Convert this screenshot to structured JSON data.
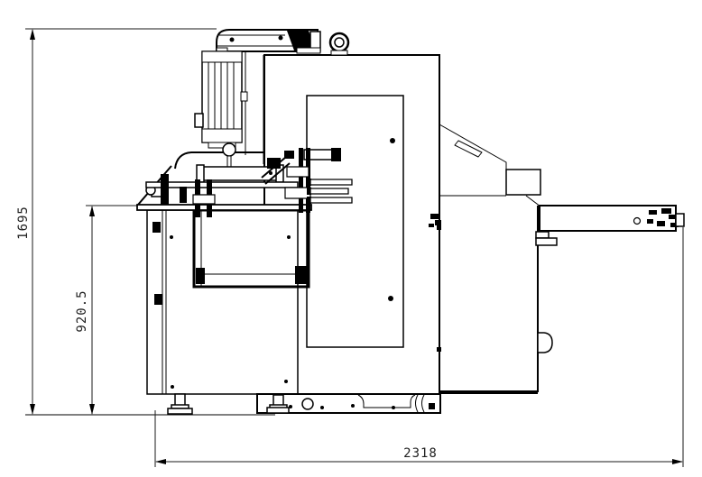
{
  "drawing": {
    "type": "technical-elevation-drawing",
    "subject": "industrial machine side elevation",
    "background_color": "#ffffff",
    "line_color": "#000000",
    "dimensions": {
      "overall_height": "1695",
      "table_height": "920.5",
      "overall_length": "2318"
    }
  }
}
